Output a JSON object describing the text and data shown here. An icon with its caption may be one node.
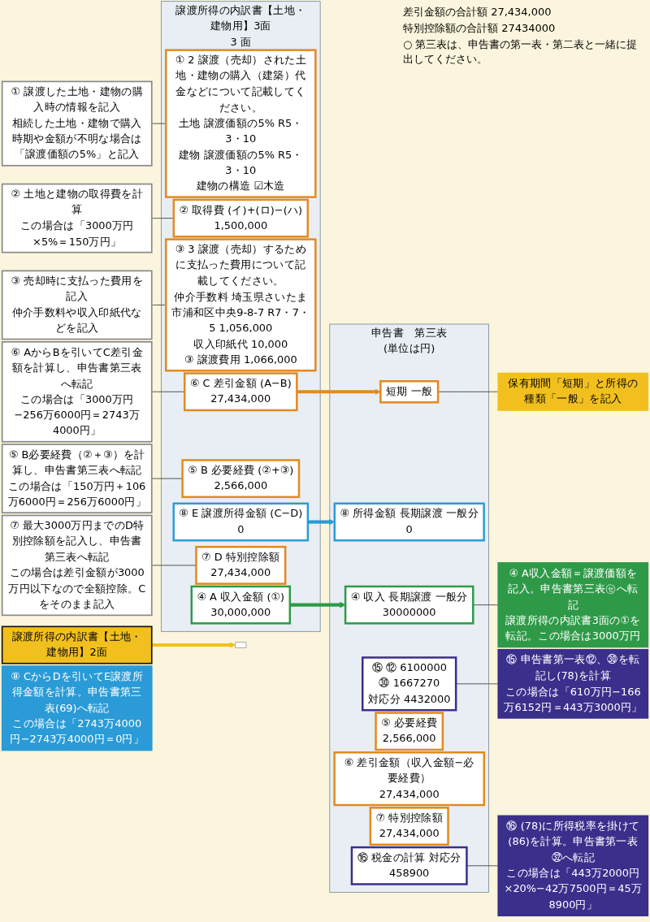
{
  "diagram": {
    "nodes": [
      {
        "text": [
          "譲渡所得の内訳書【土地・建物用】2面"
        ]
      },
      {
        "text": [],
        "shape": "box"
      },
      {
        "text": [
          "譲渡所得の内訳書【土地・建物用】3面",
          "3 面"
        ]
      },
      {
        "text": [
          "①",
          "2 譲渡（売却）された土地・建物の購入（建築）代金などについて記載してください。",
          "土地 譲渡価額の5% R5・3・10",
          "建物 譲渡価額の5% R5・3・10",
          "建物の構造 ☑木造"
        ],
        "in": 2
      },
      {
        "text": [
          "②",
          "取得費 (イ)+(ロ)−(ハ)",
          "1,500,000"
        ],
        "in": 2
      },
      {
        "text": [
          "③",
          "3 譲渡（売却）するために支払った費用について記載してください。",
          "仲介手数料 埼玉県さいたま市浦和区中央9-8-7 R7・7・5 1,056,000",
          "収入印紙代 10,000",
          "③ 譲渡費用 1,066,000"
        ],
        "in": 2
      },
      {
        "text": [
          "④",
          "A 収入金額 (①)",
          "30,000,000"
        ],
        "in": 2
      },
      {
        "text": [
          "⑤",
          "B 必要経費 (②+③)",
          "2,566,000"
        ],
        "in": 2
      },
      {
        "text": [
          "⑥",
          "C 差引金額 (A−B)",
          "27,434,000"
        ],
        "in": 2
      },
      {
        "text": [
          "⑦",
          "D 特別控除額",
          "27,434,000"
        ],
        "in": 2
      },
      {
        "text": [
          "⑧",
          "E 譲渡所得金額 (C−D)",
          "0"
        ],
        "in": 2
      },
      {
        "text": [
          "①",
          "譲渡した土地・建物の購入時の情報を記入",
          "相続した土地・建物で購入時期や金額が不明な場合は「譲渡価額の5%」と記入"
        ]
      },
      {
        "text": [
          "②",
          "土地と建物の取得費を計算",
          "この場合は「3000万円×5%＝150万円」"
        ]
      },
      {
        "text": [
          "③",
          "売却時に支払った費用を記入",
          "仲介手数料や収入印紙代などを記入"
        ]
      },
      {
        "text": [
          "⑤",
          "B必要経費（②＋③）を計算し、申告書第三表へ転記",
          "この場合は「150万円＋106万6000円＝256万6000円」"
        ]
      },
      {
        "text": [
          "⑥",
          "AからBを引いてC差引金額を計算し、申告書第三表へ転記",
          "この場合は「3000万円−256万6000円＝2743万4000円」"
        ]
      },
      {
        "text": [
          "⑦",
          "最大3000万円までのD特別控除額を記入し、申告書第三表へ転記",
          "この場合は差引金額が3000万円以下なので全額控除。Cをそのまま記入"
        ]
      },
      {
        "text": [
          "申告書　第三表",
          "(単位は円)"
        ]
      },
      {
        "text": [
          "④",
          "収入 長期譲渡 一般分",
          "30000000"
        ],
        "in": 17
      },
      {
        "text": [
          "⑧",
          "所得金額 長期譲渡 一般分",
          "0"
        ],
        "in": 17
      },
      {
        "text": [
          "⑮",
          "⑫ 6100000",
          "㉚ 1667270",
          "対応分 4432000"
        ],
        "in": 17
      },
      {
        "text": [
          "⑯",
          "税金の計算 対応分",
          "458900"
        ],
        "in": 17
      },
      {
        "text": [
          "⑤",
          "必要経費",
          "2,566,000"
        ],
        "in": 17
      },
      {
        "text": [
          "⑥",
          "差引金額（収入金額−必要経費）",
          "27,434,000"
        ],
        "in": 17
      },
      {
        "text": [
          "⑦",
          "特別控除額",
          "27,434,000"
        ],
        "in": 17
      },
      {
        "text": [
          "短期 一般"
        ],
        "in": 17
      },
      {
        "text": [
          "④",
          "A収入金額＝譲渡価額を記入。申告書第三表㋝へ転記",
          "譲渡所得の内訳書3面の①を転記。この場合は3000万円"
        ]
      },
      {
        "text": [
          "⑧",
          "CからDを引いてE譲渡所得金額を計算。申告書第三表(69)へ転記",
          "この場合は「2743万4000円−2743万4000円＝0円」"
        ]
      },
      {
        "text": [
          "⑮",
          "申告書第一表⑫、㉚を転記し(78)を計算",
          "この場合は「610万円−166万6152円＝443万3000円」"
        ]
      },
      {
        "text": [
          "⑯",
          "(78)に所得税率を掛けて(86)を計算。申告書第一表㉜へ転記",
          "この場合は「443万2000円×20%−42万7500円＝45万8900円」"
        ]
      },
      {
        "text": [
          "保有期間「短期」と所得の種類「一般」を記入"
        ]
      }
    ],
    "edges": [
      {
        "from": 0,
        "to": 1,
        "arrow": "to",
        "color": "#f2c01e",
        "style": "thick"
      },
      {
        "from": 11,
        "to": 3,
        "arrow": "none"
      },
      {
        "from": 12,
        "to": 4,
        "arrow": "none"
      },
      {
        "from": 13,
        "to": 5,
        "arrow": "none"
      },
      {
        "from": 14,
        "to": 7,
        "arrow": "none"
      },
      {
        "from": 15,
        "to": 8,
        "arrow": "none"
      },
      {
        "from": 16,
        "to": 9,
        "arrow": "none"
      },
      {
        "from": 6,
        "to": 18,
        "arrow": "to",
        "color": "#2e9a48",
        "style": "thick"
      },
      {
        "from": 10,
        "to": 19,
        "arrow": "to",
        "color": "#2a9bd6",
        "style": "thick"
      },
      {
        "from": 8,
        "to": 25,
        "arrow": "to",
        "color": "#e38a1e",
        "style": "thick"
      },
      {
        "from": 26,
        "to": 18,
        "arrow": "none"
      },
      {
        "from": 28,
        "to": 20,
        "arrow": "none"
      },
      {
        "from": 29,
        "to": 21,
        "arrow": "none"
      },
      {
        "from": 30,
        "to": 25,
        "arrow": "none"
      }
    ],
    "labels": [
      "差引金額の合計額 27,434,000",
      "特別控除額の合計額 27434000",
      "○ 第三表は、申告書の第一表・第二表と一緒に提出してください。"
    ]
  }
}
